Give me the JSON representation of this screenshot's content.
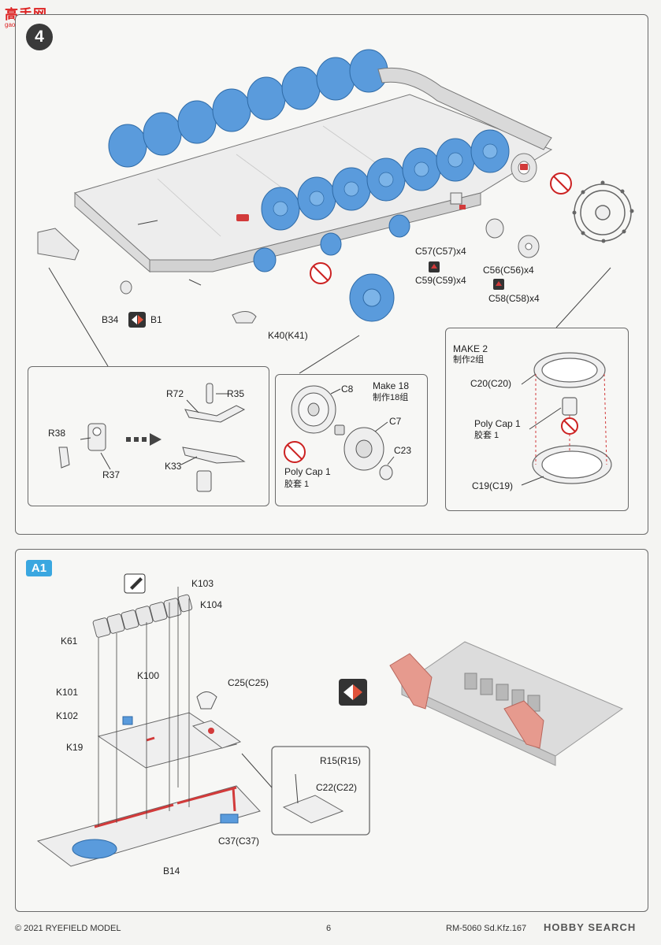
{
  "logo": {
    "text": "高手网",
    "subtext": "gao-shan.com"
  },
  "step": {
    "number": "4"
  },
  "step4": {
    "labels": {
      "b34": "B34",
      "b1": "B1",
      "k40": "K40(K41)",
      "c57": "C57(C57)x4",
      "c59": "C59(C59)x4",
      "c56": "C56(C56)x4",
      "c58": "C58(C58)x4"
    },
    "detail_left": {
      "r72": "R72",
      "r35": "R35",
      "r38": "R38",
      "r37": "R37",
      "k33": "K33"
    },
    "detail_mid": {
      "c8": "C8",
      "make": "Make 18",
      "make_cn": "制作18组",
      "c7": "C7",
      "c23": "C23",
      "polycap": "Poly Cap 1",
      "polycap_cn": "胶套 1"
    },
    "detail_right": {
      "make": "MAKE 2",
      "make_cn": "制作2组",
      "c20": "C20(C20)",
      "polycap": "Poly Cap 1",
      "polycap_cn": "胶套 1",
      "c19": "C19(C19)"
    }
  },
  "sub": {
    "badge": "A1",
    "labels": {
      "k103": "K103",
      "k104": "K104",
      "k61": "K61",
      "k100": "K100",
      "k101": "K101",
      "k102": "K102",
      "k19": "K19",
      "c25": "C25(C25)",
      "r15": "R15(R15)",
      "c22": "C22(C22)",
      "c37": "C37(C37)",
      "b14": "B14"
    }
  },
  "footer": {
    "copyright": "© 2021 RYEFIELD MODEL",
    "page": "6",
    "product": "RM-5060 Sd.Kfz.167",
    "watermark": "HOBBY SEARCH"
  },
  "colors": {
    "wheel_blue": "#5a9bdc",
    "highlight_red": "#d23a3a",
    "part_pink": "#e69a8e",
    "badge_blue": "#3aa7e0"
  }
}
